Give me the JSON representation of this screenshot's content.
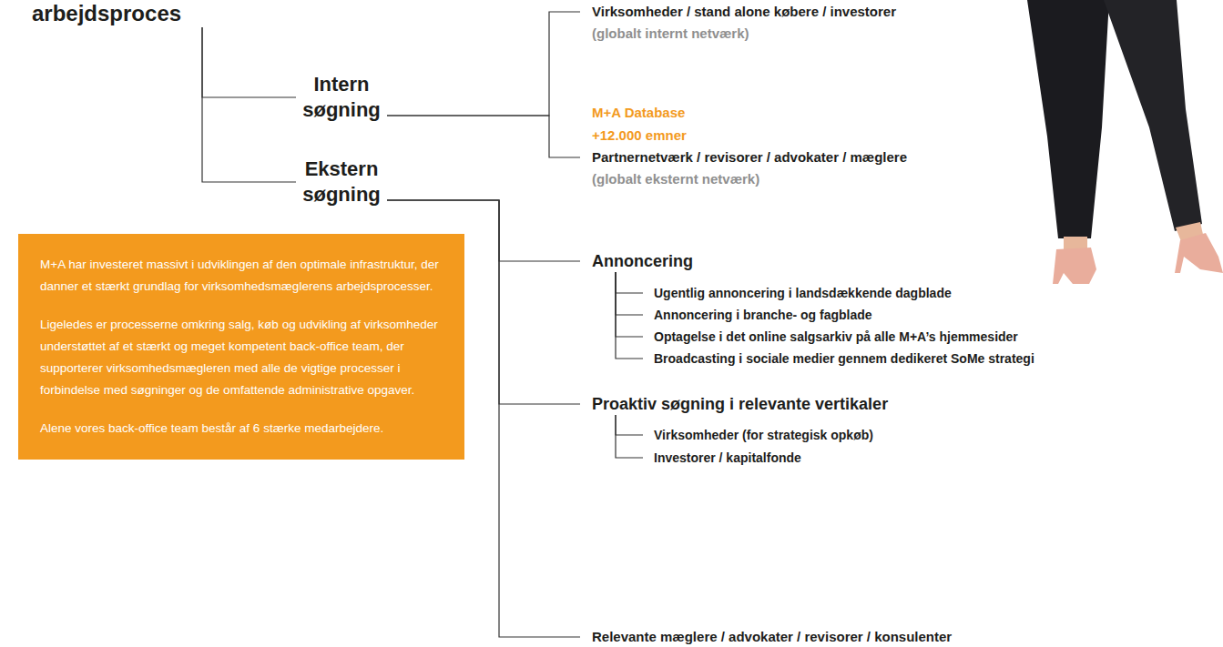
{
  "diagram": {
    "nodes": [
      {
        "text": [
          "arbejdsproces"
        ]
      },
      {
        "text": [
          "Intern søgning"
        ]
      },
      {
        "text": [
          "Ekstern søgning"
        ]
      },
      {
        "text": [
          "Virksomheder / stand alone købere / investorer",
          "(globalt internt netværk)"
        ]
      },
      {
        "text": [
          "Partnernetværk / revisorer / advokater / mæglere",
          "(globalt eksternt netværk)"
        ]
      },
      {
        "text": [
          "Annoncering"
        ]
      },
      {
        "text": [
          "Ugentlig annoncering i landsdækkende dagblade"
        ]
      },
      {
        "text": [
          "Annoncering i branche- og fagblade"
        ]
      },
      {
        "text": [
          "Optagelse i det online salgsarkiv på alle M+A’s hjemmesider"
        ]
      },
      {
        "text": [
          "Broadcasting i sociale medier gennem dedikeret SoMe strategi"
        ]
      },
      {
        "text": [
          "Proaktiv søgning i relevante vertikaler"
        ]
      },
      {
        "text": [
          "Virksomheder (for strategisk opkøb)"
        ]
      },
      {
        "text": [
          "Investorer / kapitalfonde"
        ]
      },
      {
        "text": [
          "Relevante mæglere / advokater / revisorer / konsulenter"
        ]
      },
      {
        "text": [
          "M+A har investeret massivt i udviklingen af den optimale infrastruktur, der danner et stærkt grundlag for virksomhedsmæglerens arbejdsprocesser.",
          "Ligeledes er processerne omkring salg, køb og udvikling af virksomheder understøttet af et stærkt og meget kompetent back-office team, der supporterer virksomhedsmægleren med alle de vigtige processer i forbindelse med søgninger og de omfattende administrative opgaver.",
          "Alene vores back-office team består af 6 stærke medarbejdere."
        ]
      }
    ],
    "edges": [
      {
        "from": 0,
        "to": 1,
        "arrow": "none"
      },
      {
        "from": 0,
        "to": 2,
        "arrow": "none"
      },
      {
        "from": 1,
        "to": 3,
        "arrow": "none"
      },
      {
        "from": 1,
        "to": 4,
        "arrow": "none"
      },
      {
        "from": 2,
        "to": 5,
        "arrow": "none"
      },
      {
        "from": 2,
        "to": 10,
        "arrow": "none"
      },
      {
        "from": 2,
        "to": 13,
        "arrow": "none"
      },
      {
        "from": 5,
        "to": 6,
        "arrow": "none"
      },
      {
        "from": 5,
        "to": 7,
        "arrow": "none"
      },
      {
        "from": 5,
        "to": 8,
        "arrow": "none"
      },
      {
        "from": 5,
        "to": 9,
        "arrow": "none"
      },
      {
        "from": 10,
        "to": 11,
        "arrow": "none"
      },
      {
        "from": 10,
        "to": 12,
        "arrow": "none"
      }
    ],
    "labels": [
      "M+A Database +12.000 emner"
    ]
  }
}
